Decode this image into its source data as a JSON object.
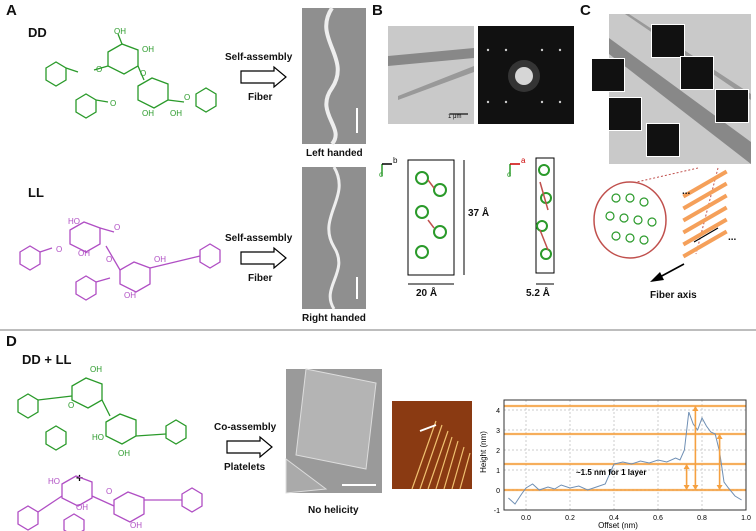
{
  "panels": {
    "a": "A",
    "b": "B",
    "c": "C",
    "d": "D"
  },
  "compounds": {
    "dd": "DD",
    "ll": "LL",
    "ddll": "DD + LL"
  },
  "molecule_labels": {
    "oh": "OH",
    "ho": "HO",
    "o": "O"
  },
  "arrows": {
    "dd_top": "Self-assembly",
    "dd_bottom": "Fiber",
    "ll_top": "Self-assembly",
    "ll_bottom": "Fiber",
    "co_top": "Co-assembly",
    "co_bottom": "Platelets"
  },
  "captions": {
    "left": "Left handed",
    "right": "Right handed",
    "no_helicity": "No helicity",
    "plus": "+"
  },
  "panel_b": {
    "scale": "1 μm",
    "axis_b": "b",
    "axis_c1": "c",
    "axis_a": "a",
    "axis_c2": "c",
    "dim_37": "37 Å",
    "dim_20": "20 Å",
    "dim_52": "5.2 Å"
  },
  "panel_c": {
    "fiber_axis": "Fiber axis",
    "dots": "..."
  },
  "chart_data": {
    "type": "line",
    "xlabel": "Offset (nm)",
    "ylabel": "Height (nm)",
    "xlim": [
      -0.1,
      1.0
    ],
    "ylim": [
      -1,
      4.5
    ],
    "xticks": [
      0.0,
      0.2,
      0.4,
      0.6,
      0.8,
      1.0
    ],
    "xtick_labels": [
      "0.0",
      "0.2",
      "0.4",
      "0.6",
      "0.8",
      "1.0"
    ],
    "yticks": [
      -1,
      0,
      1,
      2,
      3,
      4
    ],
    "ytick_labels": [
      "-1",
      "0",
      "1",
      "2",
      "3",
      "4"
    ],
    "grid": true,
    "annotation": "~1.5 nm for 1 layer",
    "x": [
      -0.08,
      -0.05,
      -0.02,
      0.0,
      0.03,
      0.06,
      0.1,
      0.13,
      0.16,
      0.2,
      0.24,
      0.28,
      0.32,
      0.36,
      0.4,
      0.44,
      0.48,
      0.52,
      0.56,
      0.6,
      0.64,
      0.68,
      0.7,
      0.72,
      0.74,
      0.76,
      0.78,
      0.8,
      0.82,
      0.84,
      0.86,
      0.88,
      0.9,
      0.92,
      0.95,
      0.98
    ],
    "y": [
      -0.4,
      -0.7,
      -0.2,
      0.1,
      0.3,
      0.0,
      0.15,
      0.05,
      0.25,
      0.1,
      0.2,
      0.0,
      0.15,
      0.3,
      1.3,
      1.4,
      1.3,
      1.45,
      1.35,
      1.5,
      1.4,
      1.6,
      1.5,
      2.0,
      3.9,
      3.3,
      3.0,
      3.6,
      3.2,
      2.9,
      2.8,
      1.9,
      0.4,
      0.1,
      -0.3,
      -0.5
    ],
    "levels": [
      0,
      1.3,
      2.8,
      4.2
    ],
    "arrows": [
      [
        0.73,
        0.0,
        1.3
      ],
      [
        0.77,
        0.0,
        4.2
      ],
      [
        0.88,
        0.0,
        2.8
      ]
    ]
  }
}
